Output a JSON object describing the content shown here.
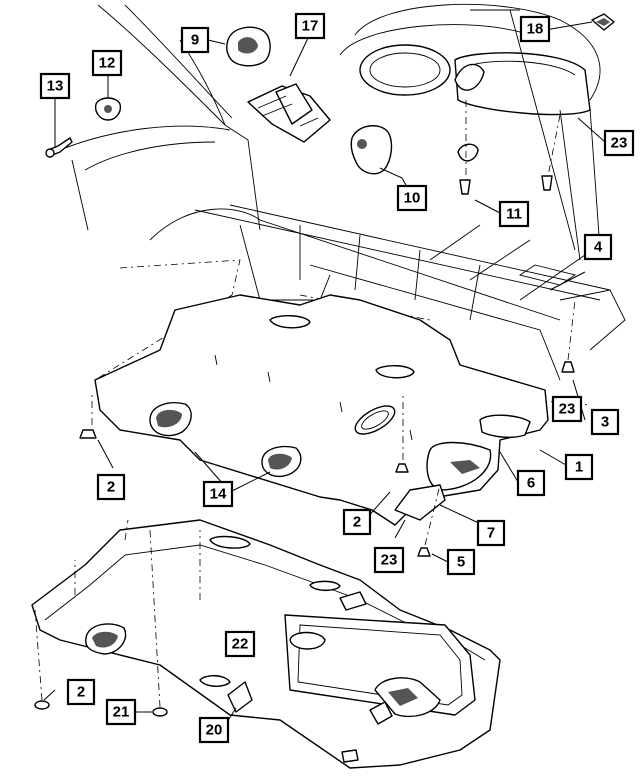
{
  "callouts": [
    {
      "id": "c1",
      "label": "1"
    },
    {
      "id": "c2a",
      "label": "2"
    },
    {
      "id": "c2b",
      "label": "2"
    },
    {
      "id": "c2c",
      "label": "2"
    },
    {
      "id": "c3",
      "label": "3"
    },
    {
      "id": "c4",
      "label": "4"
    },
    {
      "id": "c5",
      "label": "5"
    },
    {
      "id": "c6",
      "label": "6"
    },
    {
      "id": "c7",
      "label": "7"
    },
    {
      "id": "c9",
      "label": "9"
    },
    {
      "id": "c10",
      "label": "10"
    },
    {
      "id": "c11",
      "label": "11"
    },
    {
      "id": "c12",
      "label": "12"
    },
    {
      "id": "c13",
      "label": "13"
    },
    {
      "id": "c14",
      "label": "14"
    },
    {
      "id": "c17",
      "label": "17"
    },
    {
      "id": "c18",
      "label": "18"
    },
    {
      "id": "c20",
      "label": "20"
    },
    {
      "id": "c21",
      "label": "21"
    },
    {
      "id": "c22",
      "label": "22"
    },
    {
      "id": "c23a",
      "label": "23"
    },
    {
      "id": "c23b",
      "label": "23"
    },
    {
      "id": "c23c",
      "label": "23"
    }
  ]
}
